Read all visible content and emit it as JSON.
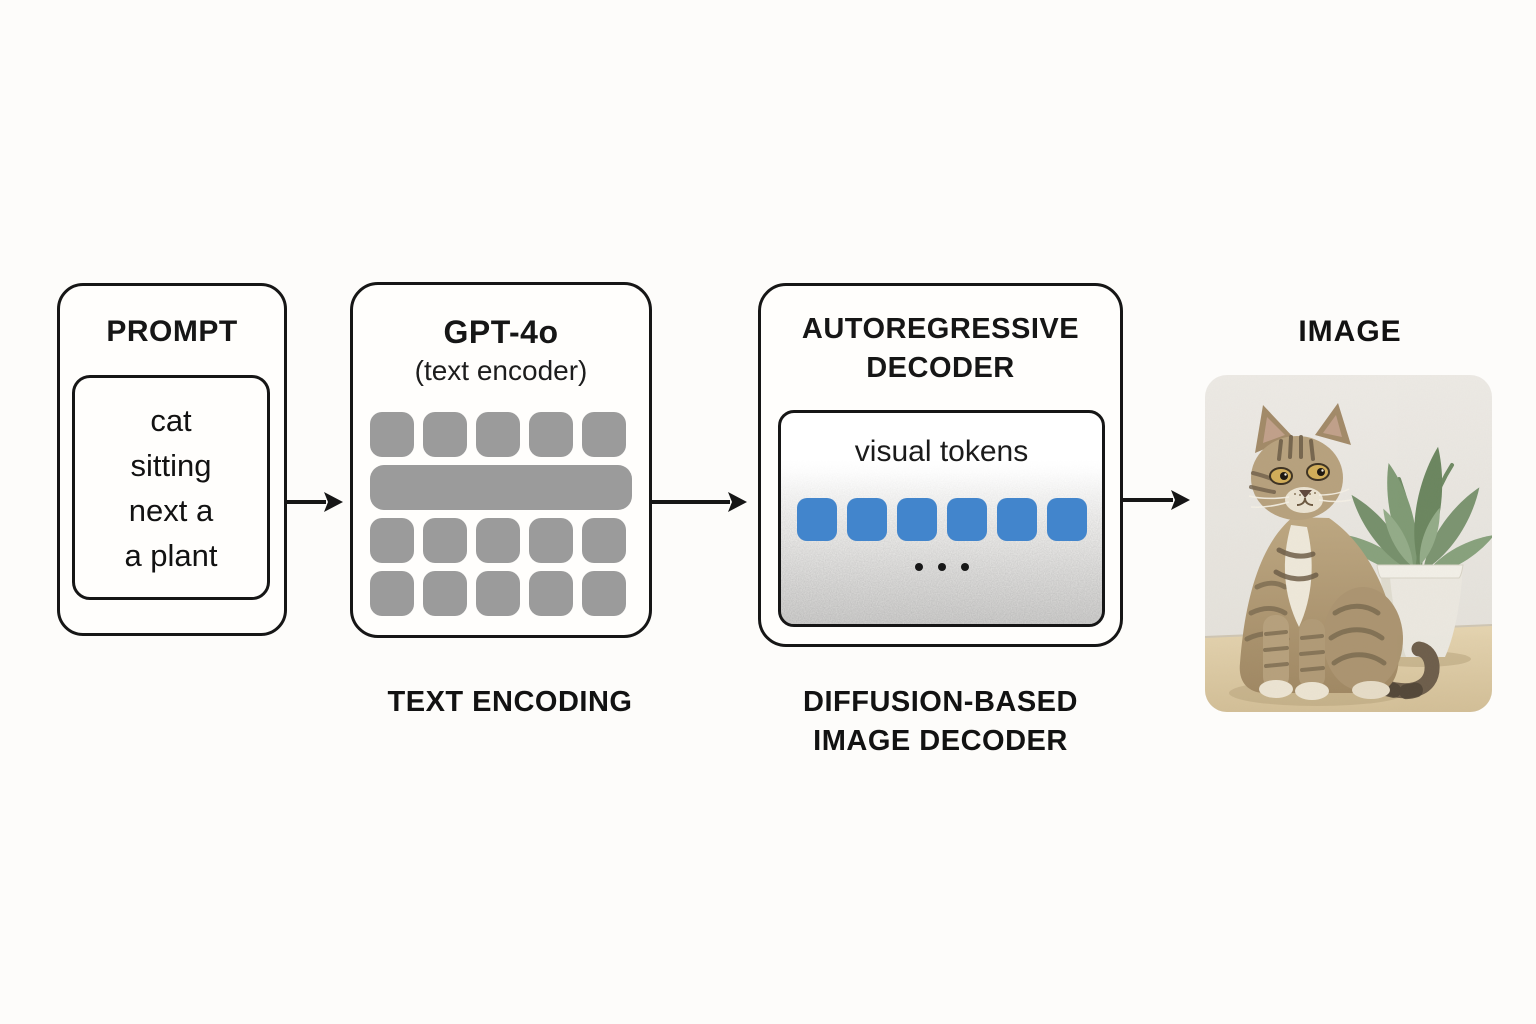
{
  "canvas": {
    "background": "#fdfcfa",
    "ink": "#161616"
  },
  "prompt_box": {
    "title": "PROMPT",
    "lines": [
      "cat",
      "sitting",
      "next a",
      "a plant"
    ]
  },
  "encoder_box": {
    "title": "GPT-4o",
    "subtitle": "(text encoder)",
    "caption": "TEXT ENCODING",
    "token_color": "#9b9b9b",
    "rows": [
      {
        "type": "squares",
        "count": 5
      },
      {
        "type": "bar",
        "count": 1
      },
      {
        "type": "squares",
        "count": 5
      },
      {
        "type": "squares",
        "count": 5
      }
    ]
  },
  "decoder_box": {
    "title_lines": [
      "AUTOREGRESSIVE",
      "DECODER"
    ],
    "inner_label": "visual tokens",
    "token_color": "#4285cc",
    "token_count": 6,
    "ellipsis_dot_count": 3,
    "caption_lines": [
      "DIFFUSION-BASED",
      "IMAGE DECODER"
    ]
  },
  "output_image": {
    "title": "IMAGE",
    "alt": "Tabby cat sitting next to a potted plant"
  }
}
